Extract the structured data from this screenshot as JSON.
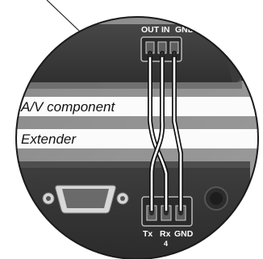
{
  "top_connector": {
    "pins": [
      "OUT",
      "IN",
      "GND"
    ]
  },
  "labels": {
    "component": "A/V component",
    "extender": "Extender"
  },
  "bottom_connector": {
    "pins": [
      "Tx",
      "Rx",
      "GND"
    ],
    "number": "4"
  }
}
